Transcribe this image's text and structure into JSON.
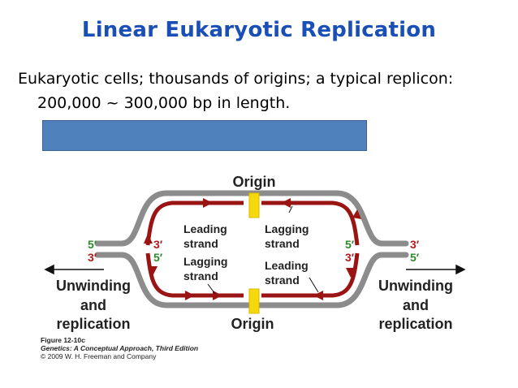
{
  "slide": {
    "title": "Linear Eukaryotic Replication",
    "bullet_line1": "Eukaryotic cells; thousands of origins; a typical replicon:",
    "bullet_line2": "200,000 ~ 300,000 bp in length."
  },
  "diagram": {
    "origin_top": "Origin",
    "origin_bottom": "Origin",
    "leading_top_1": "Leading",
    "leading_top_2": "strand",
    "lagging_top_1": "Lagging",
    "lagging_top_2": "strand",
    "lagging_bottom_1": "Lagging",
    "lagging_bottom_2": "strand",
    "leading_bottom_1": "Leading",
    "leading_bottom_2": "strand",
    "left_top_end": "5′",
    "left_bottom_end": "3′",
    "inner_left_top": "3′",
    "inner_left_bottom": "5′",
    "inner_right_top": "5′",
    "inner_right_bottom": "3′",
    "right_top_end": "3′",
    "right_bottom_end": "5′",
    "unwinding_left_1": "Unwinding",
    "unwinding_left_2": "and",
    "unwinding_left_3": "replication",
    "unwinding_right_1": "Unwinding",
    "unwinding_right_2": "and",
    "unwinding_right_3": "replication",
    "colors": {
      "parental": "#8c8c8c",
      "new_strand": "#9b1414",
      "origin_box": "#f5d90a",
      "green_label": "#2c8a2c",
      "red_label": "#b01c1c"
    }
  },
  "caption": {
    "figure": "Figure 12-10c",
    "book": "Genetics: A Conceptual Approach, Third Edition",
    "copyright": "© 2009 W. H. Freeman and Company"
  }
}
